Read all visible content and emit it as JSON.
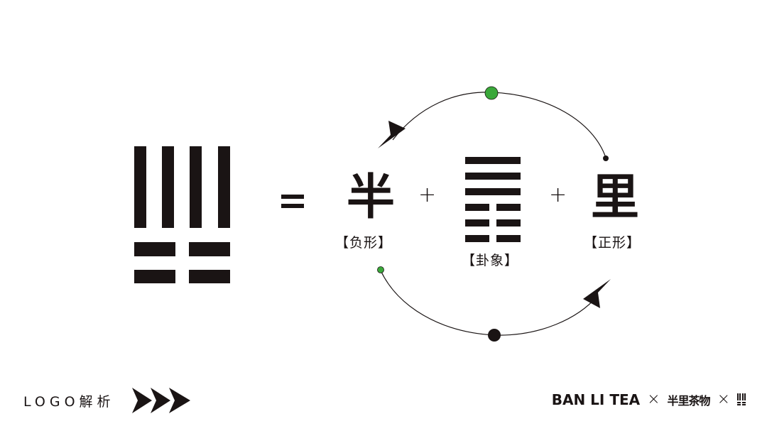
{
  "diagram": {
    "operators": {
      "equals": "=",
      "plus_1": "+",
      "plus_2": "+"
    },
    "parts": [
      {
        "glyph": "半",
        "caption": "【负形】"
      },
      {
        "glyph": "hexagram-icon",
        "caption": "【卦象】"
      },
      {
        "glyph": "里",
        "caption": "【正形】"
      }
    ],
    "cycle": {
      "accent_color": "#3aa83a",
      "line_color": "#1a1414"
    }
  },
  "footer": {
    "left_label": "LOGO解析",
    "brand_en": "BAN LI TEA",
    "separator": "×",
    "brand_cn": "半里茶物"
  },
  "colors": {
    "ink": "#1a1414",
    "background": "#ffffff",
    "green": "#3aa83a"
  }
}
